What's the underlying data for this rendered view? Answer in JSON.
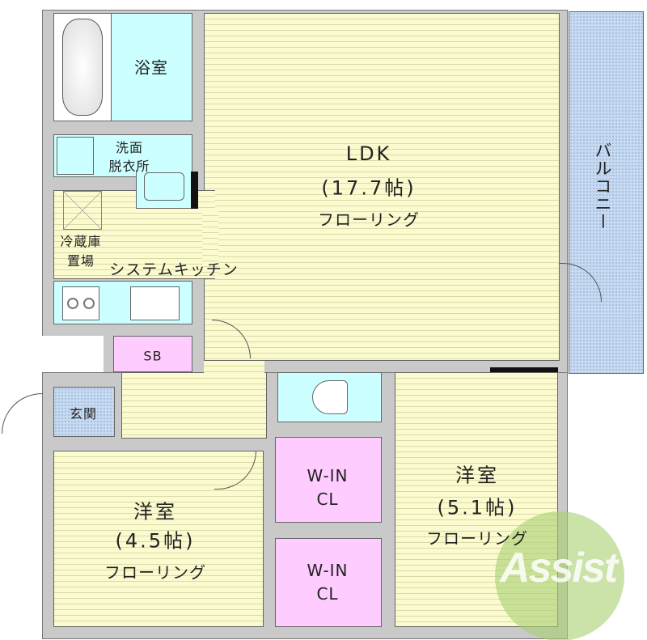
{
  "rooms": {
    "bath": {
      "label": "浴室"
    },
    "washroom": {
      "line1": "洗面",
      "line2": "脱衣所"
    },
    "fridge": {
      "line1": "冷蔵庫",
      "line2": "置場"
    },
    "kitchen": {
      "label": "システムキッチン"
    },
    "ldk": {
      "name": "LDK",
      "size": "(17.7帖)",
      "floor": "フローリング"
    },
    "balcony": {
      "label": "バルコニー"
    },
    "storage": {
      "label": "SB"
    },
    "entrance": {
      "label": "玄関"
    },
    "bedroom1": {
      "name": "洋室",
      "size": "(4.5帖)",
      "floor": "フローリング"
    },
    "bedroom2": {
      "name": "洋室",
      "size": "(5.1帖)",
      "floor": "フローリング"
    },
    "closet1": {
      "line1": "W-IN",
      "line2": "CL"
    },
    "closet2": {
      "line1": "W-IN",
      "line2": "CL"
    }
  },
  "logo": {
    "text": "Assist"
  },
  "colors": {
    "floor": "#fbfbcf",
    "wet": "#ccffff",
    "closet": "#ffccff",
    "balcony": "#c6daf2",
    "wall": "#c9c9c9",
    "logo": "#a8d070"
  }
}
